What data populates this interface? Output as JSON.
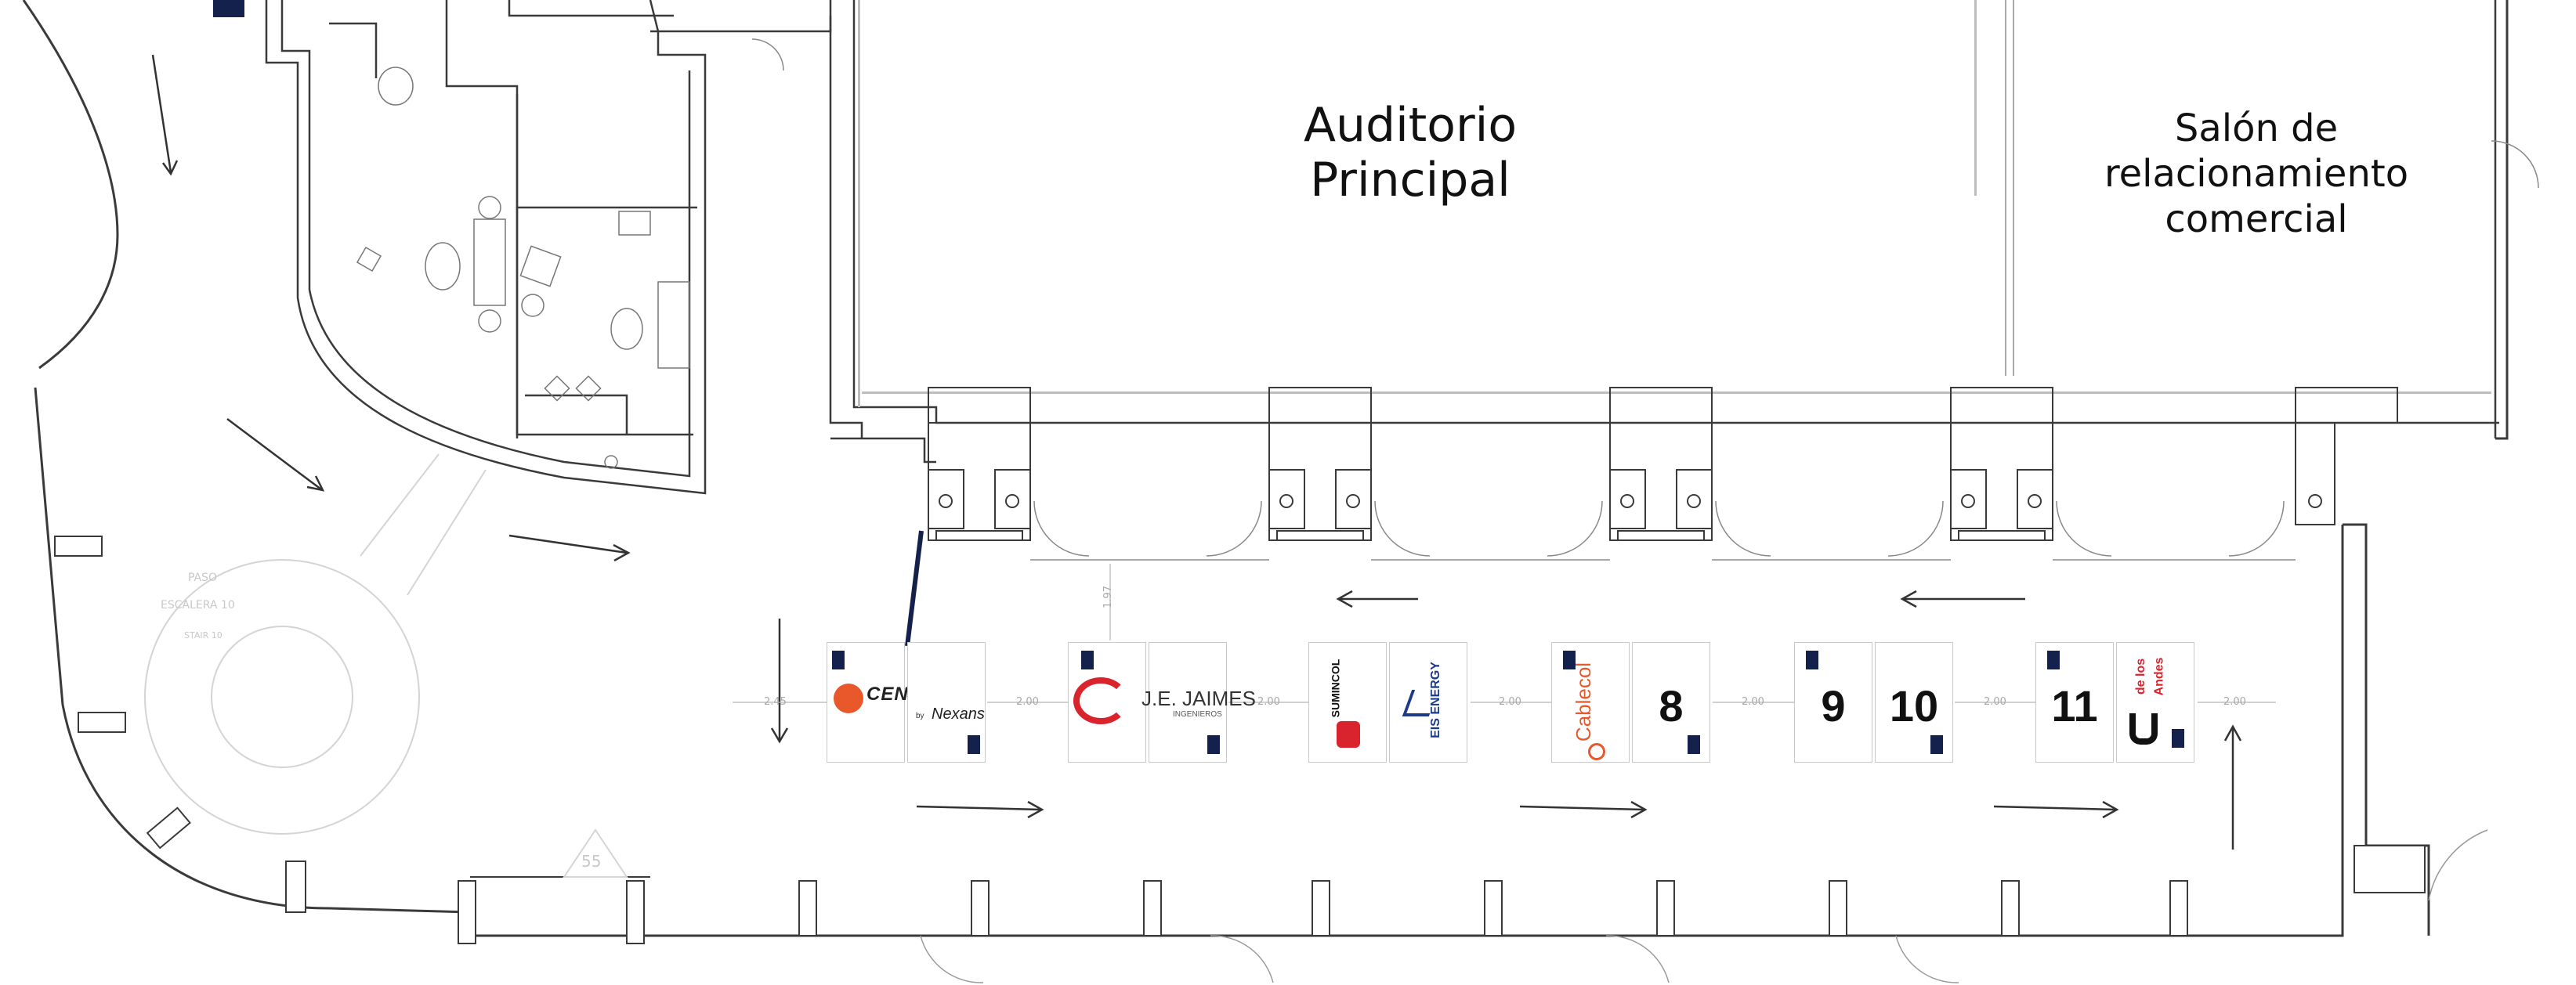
{
  "rooms": {
    "auditorio": [
      "Auditorio",
      "Principal"
    ],
    "salon": [
      "Salón de",
      "relacionamiento",
      "comercial"
    ]
  },
  "booths": {
    "b1_logo": {
      "brand": "CENTELSA",
      "sub_by": "by",
      "sub": "Nexans"
    },
    "b3_logo": {
      "brand": "J.E. JAIMES",
      "sub": "INGENIEROS"
    },
    "b5_logo": {
      "brand": "SUMINCOL"
    },
    "b6_logo": {
      "brand": "EIS ENERGY"
    },
    "b7_logo": {
      "brand": "Cablecol"
    },
    "b8": "8",
    "b9": "9",
    "b10": "10",
    "b11": "11",
    "b12_logo": {
      "line1": "de los",
      "line2": "Andes"
    }
  },
  "dimensions": {
    "d_left": "2.45",
    "d_1": "2.00",
    "d_2": "2.00",
    "d_3": "2.00",
    "d_4": "2.00",
    "d_5": "2.00",
    "d_6": "2.00",
    "d_vertical": "1.97"
  },
  "faint_labels": {
    "paso": "PASO",
    "escalera": "ESCALERA 10",
    "stair": "STAIR 10",
    "triangle": "55"
  },
  "colors": {
    "line": "#3a3a3a",
    "marker": "#15214d",
    "centelsa": "#e8582a",
    "jaimes": "#d9232d",
    "cablecol": "#e8582a",
    "andes": "#d9232d",
    "eis": "#1d3a8a"
  }
}
